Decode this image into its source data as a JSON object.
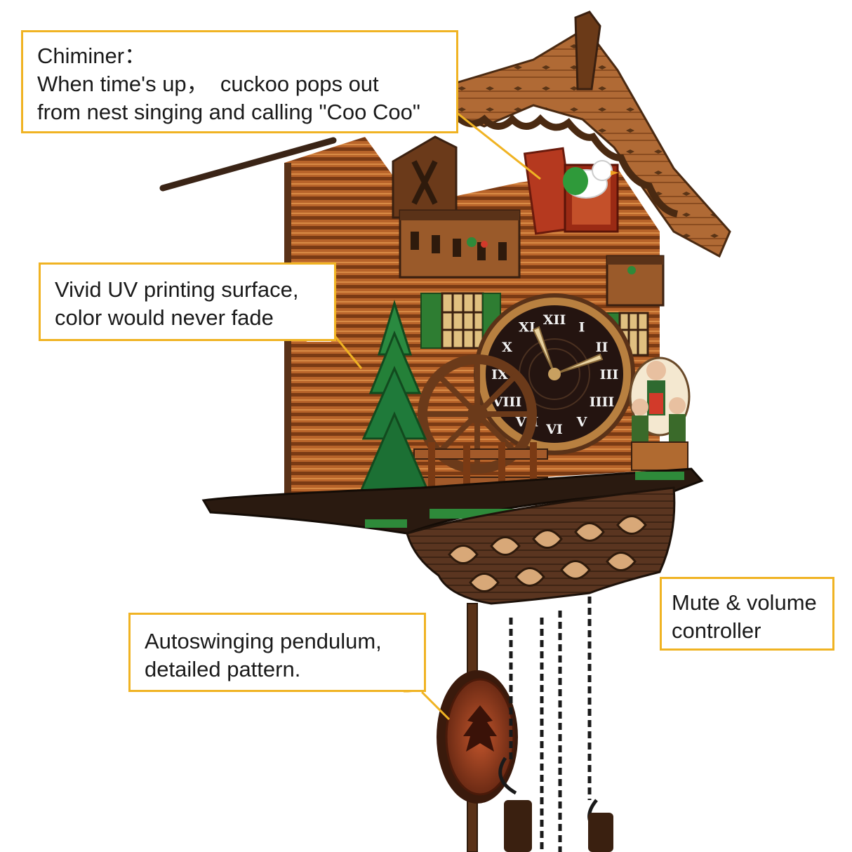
{
  "callouts": {
    "chiminer": {
      "title": "Chiminer：",
      "line1": "When time's up，  cuckoo pops out",
      "line2": "from nest singing and calling \"Coo Coo\""
    },
    "uv": {
      "line1": "Vivid UV printing surface,",
      "line2": "color would never fade"
    },
    "pendulum": {
      "line1": "Autoswinging pendulum,",
      "line2": "detailed pattern."
    },
    "mute": {
      "line1": "Mute & volume",
      "line2": "controller"
    }
  },
  "clock": {
    "numerals": [
      "XII",
      "I",
      "II",
      "III",
      "IIII",
      "V",
      "VI",
      "VII",
      "VIII",
      "IX",
      "X",
      "XI"
    ]
  },
  "colors": {
    "callout_border": "#f0b323",
    "wood_dark": "#3a2416",
    "wood_mid": "#8a4a1e",
    "wood_light": "#c97a3a",
    "tree_green": "#1f7a3a",
    "shutter_green": "#2e7d32",
    "cuckoo_door": "#b5391f"
  }
}
